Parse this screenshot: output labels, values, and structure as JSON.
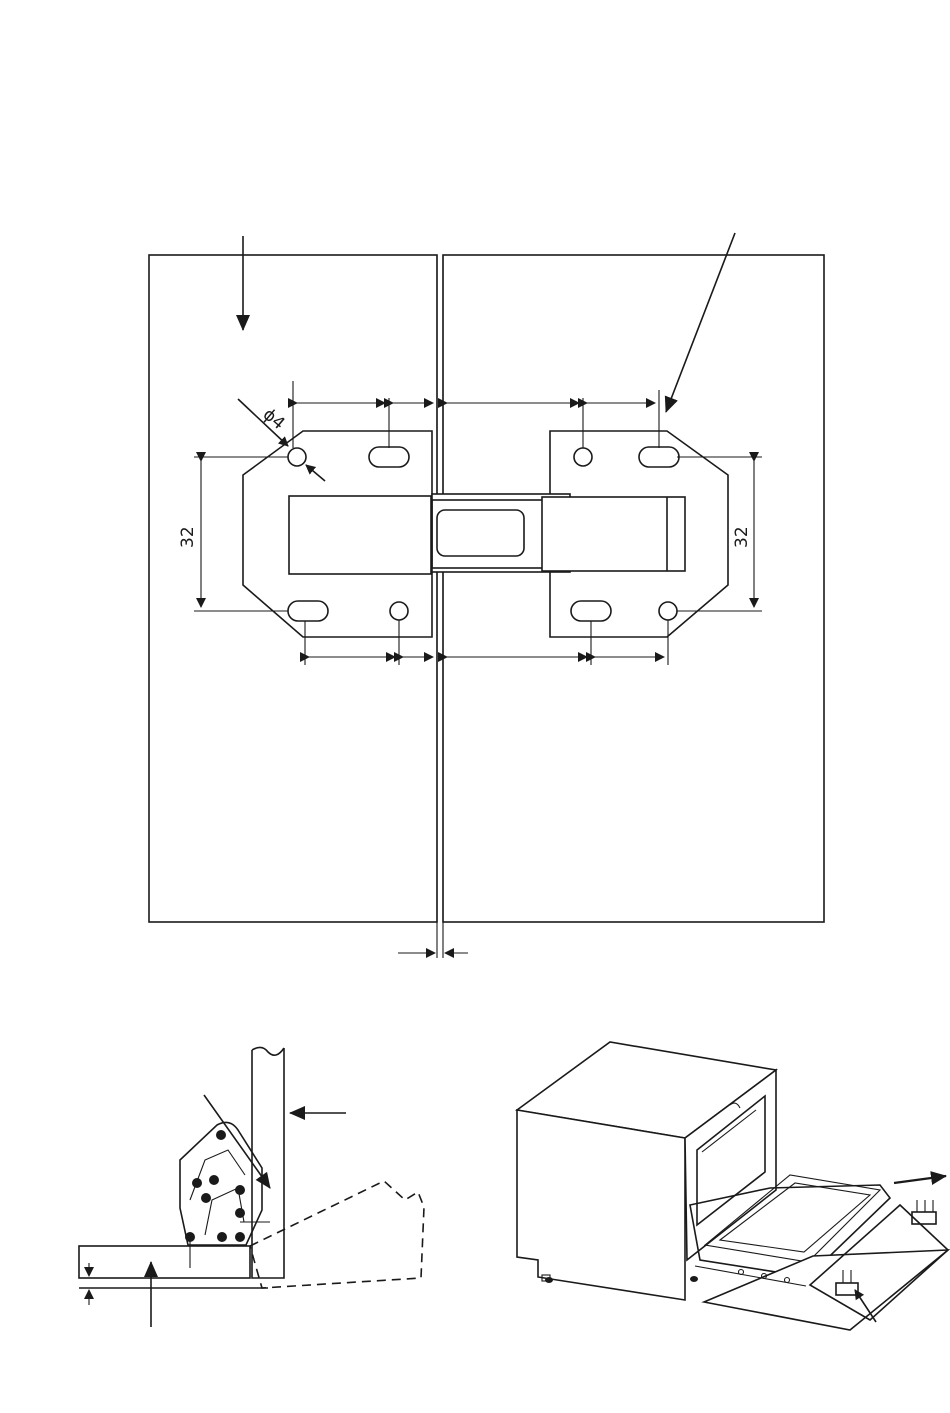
{
  "hinge_template": {
    "hole_diameter_label": "ϕ4",
    "left_height_label": "32",
    "right_height_label": "32"
  },
  "colors": {
    "line": "#1a1a1a",
    "background": "#ffffff"
  }
}
